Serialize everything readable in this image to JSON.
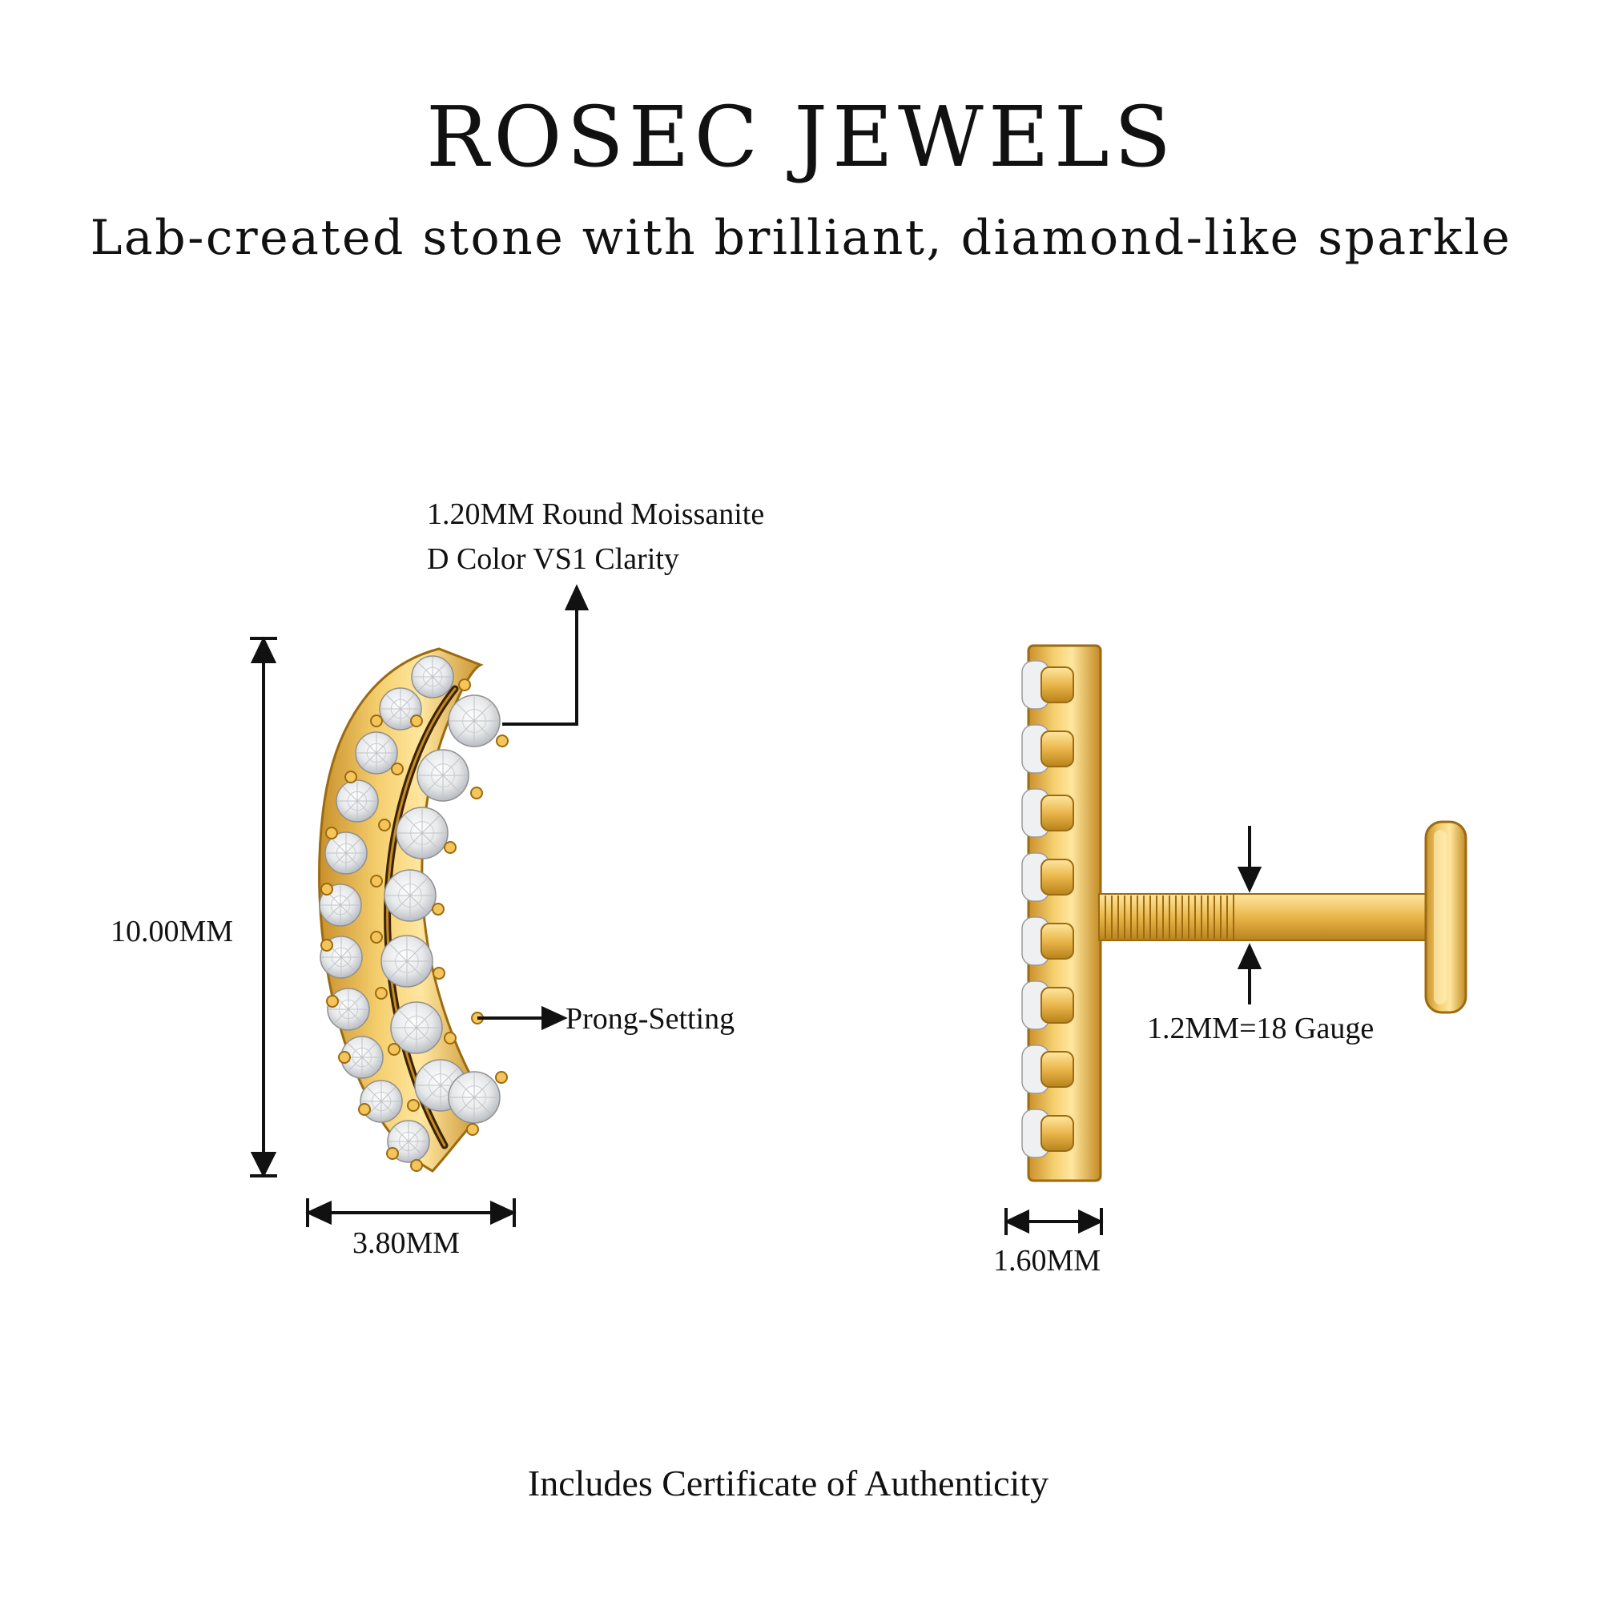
{
  "header": {
    "title": "ROSEC JEWELS",
    "subtitle": "Lab-created stone with brilliant, diamond-like sparkle"
  },
  "front_view": {
    "stone_spec_line1": "1.20MM Round Moissanite",
    "stone_spec_line2": "D Color VS1 Clarity",
    "height_label": "10.00MM",
    "width_label": "3.80MM",
    "setting_label": "Prong-Setting"
  },
  "side_view": {
    "gauge_label": "1.2MM=18 Gauge",
    "depth_label": "1.60MM"
  },
  "footer": {
    "note": "Includes Certificate of Authenticity"
  },
  "colors": {
    "gold": "#e9b64a",
    "gold_dark": "#b07d18",
    "gold_light": "#ffe9a8",
    "stone": "#eef0f2",
    "line": "#111111"
  }
}
